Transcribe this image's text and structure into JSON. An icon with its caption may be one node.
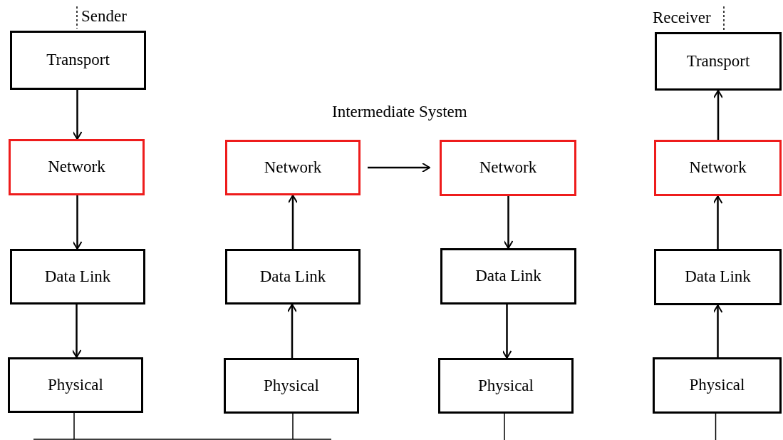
{
  "diagram": {
    "nodes": [
      {
        "text": [
          "Transport"
        ]
      },
      {
        "text": [
          "Network"
        ]
      },
      {
        "text": [
          "Data Link"
        ]
      },
      {
        "text": [
          "Physical"
        ]
      },
      {
        "text": [
          "Network"
        ]
      },
      {
        "text": [
          "Data Link"
        ]
      },
      {
        "text": [
          "Physical"
        ]
      },
      {
        "text": [
          "Network"
        ]
      },
      {
        "text": [
          "Data Link"
        ]
      },
      {
        "text": [
          "Physical"
        ]
      },
      {
        "text": [
          "Transport"
        ]
      },
      {
        "text": [
          "Network"
        ]
      },
      {
        "text": [
          "Data Link"
        ]
      },
      {
        "text": [
          "Physical"
        ]
      }
    ],
    "edges": [
      {
        "from": 0,
        "to": 1,
        "arrow": "to"
      },
      {
        "from": 1,
        "to": 2,
        "arrow": "to"
      },
      {
        "from": 2,
        "to": 3,
        "arrow": "to"
      },
      {
        "from": 6,
        "to": 5,
        "arrow": "to"
      },
      {
        "from": 5,
        "to": 4,
        "arrow": "to"
      },
      {
        "from": 4,
        "to": 7,
        "arrow": "to"
      },
      {
        "from": 7,
        "to": 8,
        "arrow": "to"
      },
      {
        "from": 8,
        "to": 9,
        "arrow": "to"
      },
      {
        "from": 13,
        "to": 12,
        "arrow": "to"
      },
      {
        "from": 12,
        "to": 11,
        "arrow": "to"
      },
      {
        "from": 11,
        "to": 10,
        "arrow": "to"
      },
      {
        "from": 3,
        "to": 6,
        "arrow": "none"
      },
      {
        "from": 9,
        "to": null,
        "arrow": "none"
      },
      {
        "from": 13,
        "to": null,
        "arrow": "none"
      }
    ],
    "labels": [
      "Sender",
      "Intermediate System",
      "Receiver"
    ]
  }
}
